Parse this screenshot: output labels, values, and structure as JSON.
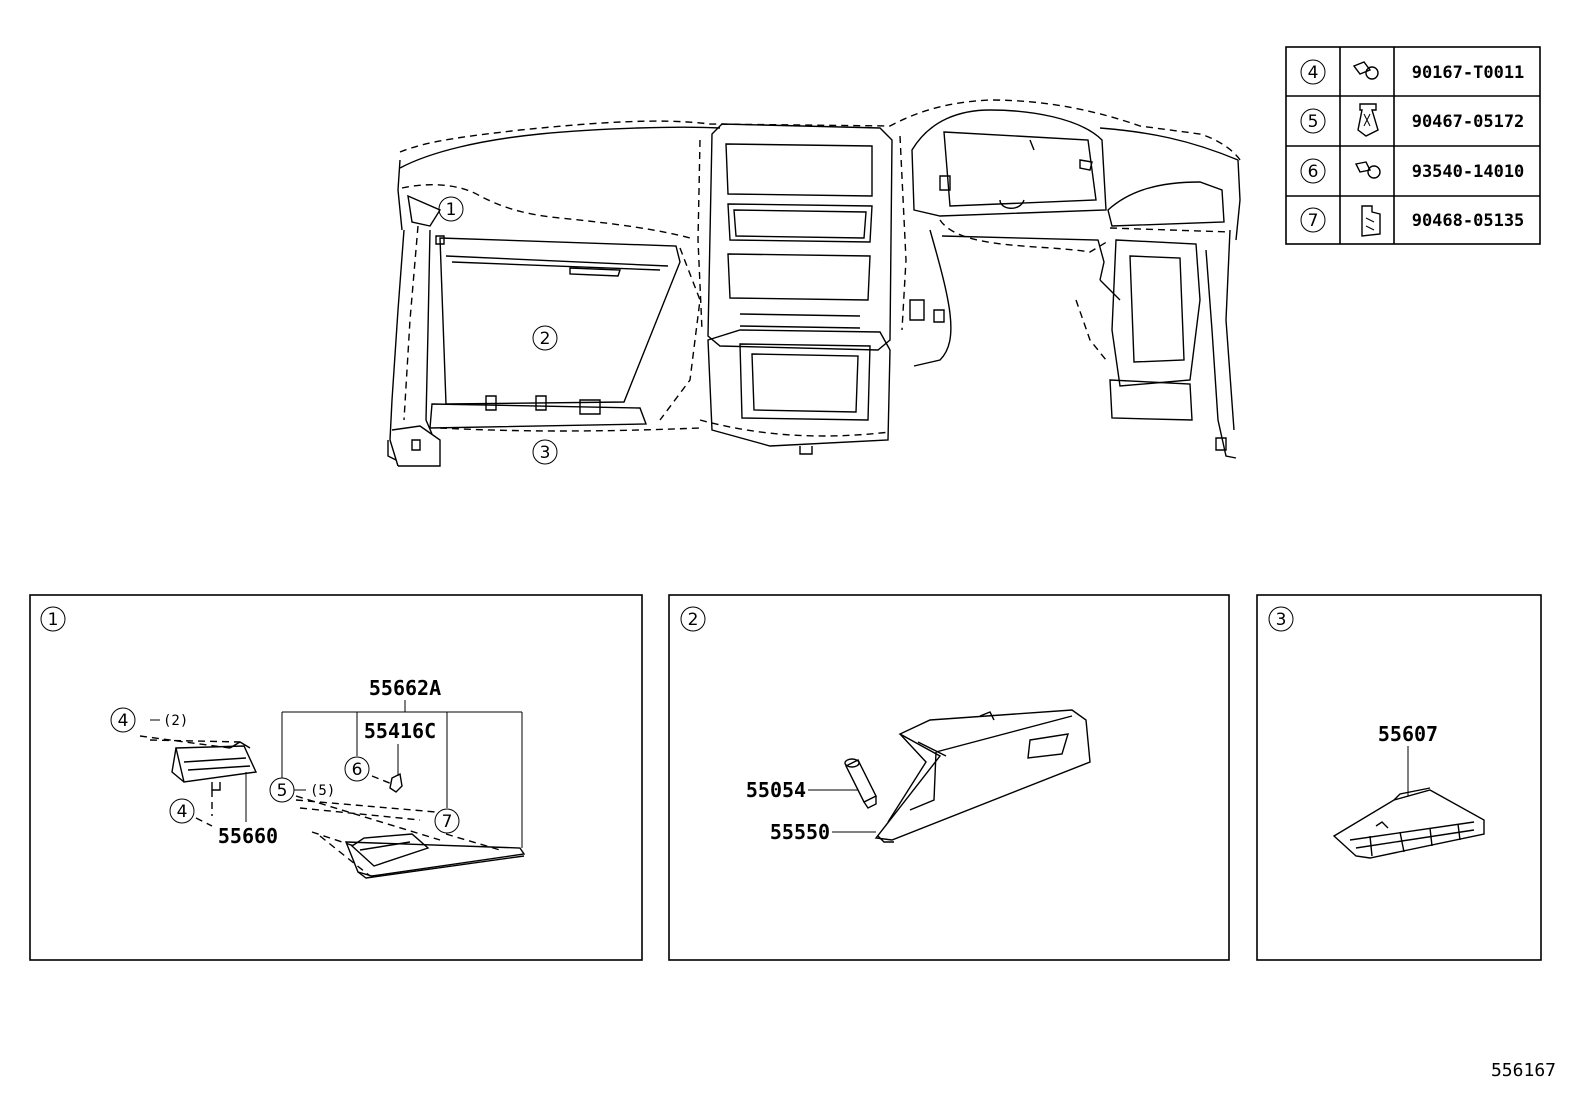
{
  "diagram_id": "556167",
  "fastener_table": [
    {
      "ref": "4",
      "part": "90167-T0011",
      "icon": "bolt-icon"
    },
    {
      "ref": "5",
      "part": "90467-05172",
      "icon": "clip-icon"
    },
    {
      "ref": "6",
      "part": "93540-14010",
      "icon": "screw-icon"
    },
    {
      "ref": "7",
      "part": "90468-05135",
      "icon": "nut-clip-icon"
    }
  ],
  "overview": {
    "callouts": [
      "1",
      "2",
      "3"
    ]
  },
  "panels": [
    {
      "ref": "1",
      "labels": {
        "p55662A": "55662A",
        "p55416C": "55416C",
        "p55660": "55660",
        "c4a": "4",
        "c4a_qty": "(2)",
        "c4b": "4",
        "c5": "5",
        "c5_qty": "(5)",
        "c6": "6",
        "c7": "7"
      }
    },
    {
      "ref": "2",
      "labels": {
        "p55054": "55054",
        "p55550": "55550"
      }
    },
    {
      "ref": "3",
      "labels": {
        "p55607": "55607"
      }
    }
  ]
}
